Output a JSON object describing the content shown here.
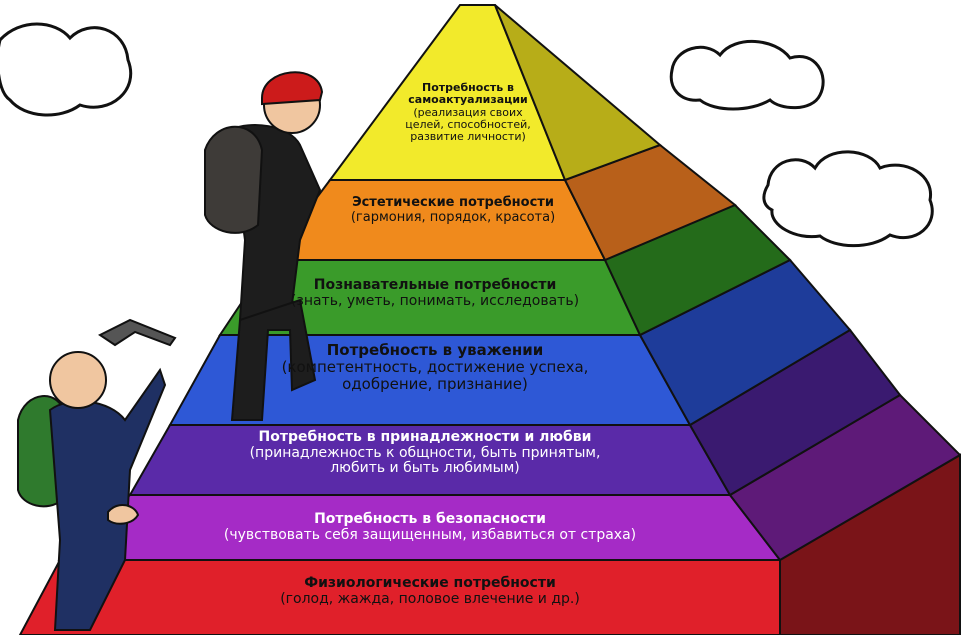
{
  "pyramid": {
    "levels": [
      {
        "title": "Потребность в самоактуализации",
        "title_lines": [
          "Потребность в",
          "самоактуализации"
        ],
        "subtitle_lines": [
          "(реализация своих",
          "целей, способностей,",
          "развитие личности)"
        ],
        "color": "#f2ea2b"
      },
      {
        "title": "Эстетические потребности",
        "subtitle_lines": [
          "(гармония, порядок, красота)"
        ],
        "color": "#f08a1c"
      },
      {
        "title": "Познавательные потребности",
        "subtitle_lines": [
          "(знать, уметь, понимать, исследовать)"
        ],
        "color": "#3a9b2a"
      },
      {
        "title": "Потребность в уважении",
        "subtitle_lines": [
          "(компетентность, достижение успеха,",
          "одобрение, признание)"
        ],
        "color": "#2e58d6"
      },
      {
        "title": "Потребность в принадлежности и любви",
        "subtitle_lines": [
          "(принадлежность к общности, быть принятым,",
          "любить и быть любимым)"
        ],
        "color": "#5a2aa8"
      },
      {
        "title": "Потребность в безопасности",
        "subtitle_lines": [
          "(чувствовать себя защищенным, избавиться от страха)"
        ],
        "color": "#a52bc6"
      },
      {
        "title": "Физиологические потребности",
        "subtitle_lines": [
          "(голод, жажда, половое влечение и др.)"
        ],
        "color": "#e0202a"
      }
    ]
  },
  "colors": {
    "outline": "#111111",
    "cloud": "#ffffff",
    "sky": "#ffffff"
  },
  "figures": [
    "climber-top-red-helmet",
    "climber-bottom-ice-axe"
  ],
  "icons": [
    "cloud-icon",
    "backpack-icon",
    "ice-axe-icon"
  ]
}
